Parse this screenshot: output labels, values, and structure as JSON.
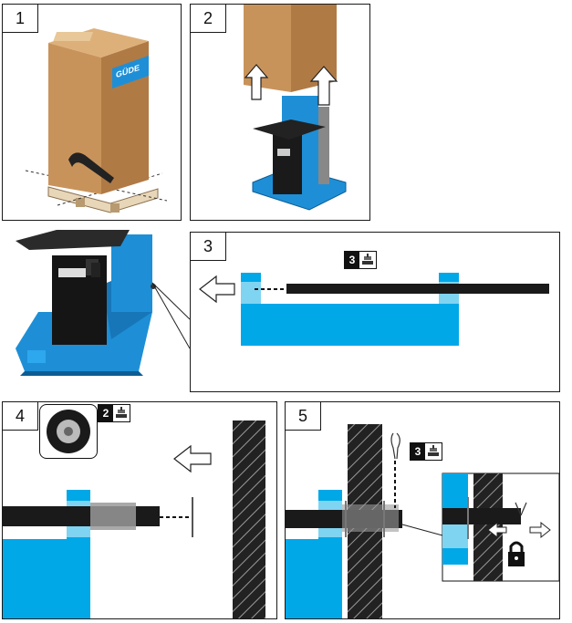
{
  "steps": [
    {
      "number": "1"
    },
    {
      "number": "2"
    },
    {
      "number": "3"
    },
    {
      "number": "4"
    },
    {
      "number": "5"
    }
  ],
  "brand_logo": "GÜDE",
  "badges": {
    "step3": "3",
    "step4": "2",
    "step5": "3"
  },
  "colors": {
    "cardboard": "#c8935a",
    "machine_blue": "#1e8fd6",
    "part_blue": "#00a8e8",
    "part_light_blue": "#7fd4f2",
    "rod_black": "#1a1a1a",
    "bar_gray": "#9a9a9a"
  },
  "icons": [
    "arrow-up-icon",
    "arrow-left-icon",
    "arrow-right-icon",
    "padlock-icon",
    "tool-icon",
    "wheel-icon",
    "split-pin-icon"
  ]
}
